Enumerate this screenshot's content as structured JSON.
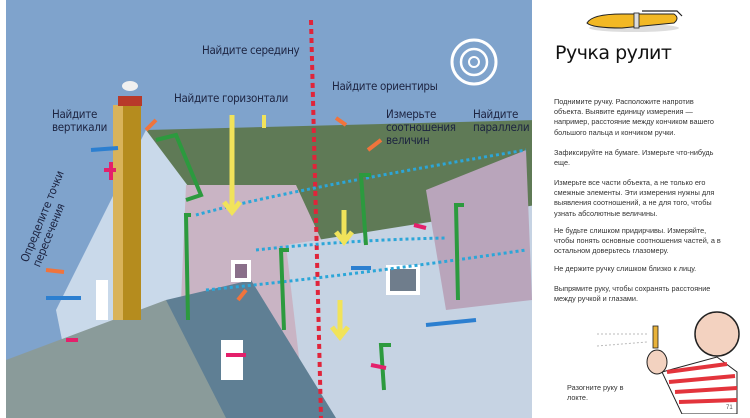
{
  "illustration": {
    "labels": {
      "middle": "Найдите середину",
      "horizontals": "Найдите горизонтали",
      "verticals": "Найдите вертикали",
      "landmarks": "Найдите ориентиры",
      "proportions": "Измерьте соотношения величин",
      "parallels": "Найдите параллели",
      "intersections": "Определите точки пересечения"
    }
  },
  "page": {
    "title": "Ручка рулит",
    "paragraphs": [
      "Поднимите ручку. Расположите напротив объекта. Выявите единицу измерения — например, расстояние между кончиком вашего большого пальца и кончиком ручки.",
      "Зафиксируйте на бумаге. Измерьте что-нибудь еще.",
      "Измерьте все части объекта, а не только его смежные элементы. Эти измерения нужны для выявления соотношений, а не для того, чтобы узнать абсолютные величины.",
      "Не будьте слишком придирчивы. Измеряйте, чтобы понять основные соотношения частей, а в остальном доверьтесь глазомеру.",
      "Не держите ручку слишком близко к лицу.",
      "Выпрямите руку, чтобы сохранять расстояние между ручкой и глазами."
    ],
    "caption": "Разогните руку в локте.",
    "page_number": "71"
  },
  "colors": {
    "sky": "#7fa3cc",
    "roof": "#5f7a56",
    "midline": "#e0243a",
    "parallel": "#2ca6d8",
    "vertical": "#2c9a3e",
    "arrow_yellow": "#f1e35a",
    "arrow_orange": "#f0743c"
  }
}
